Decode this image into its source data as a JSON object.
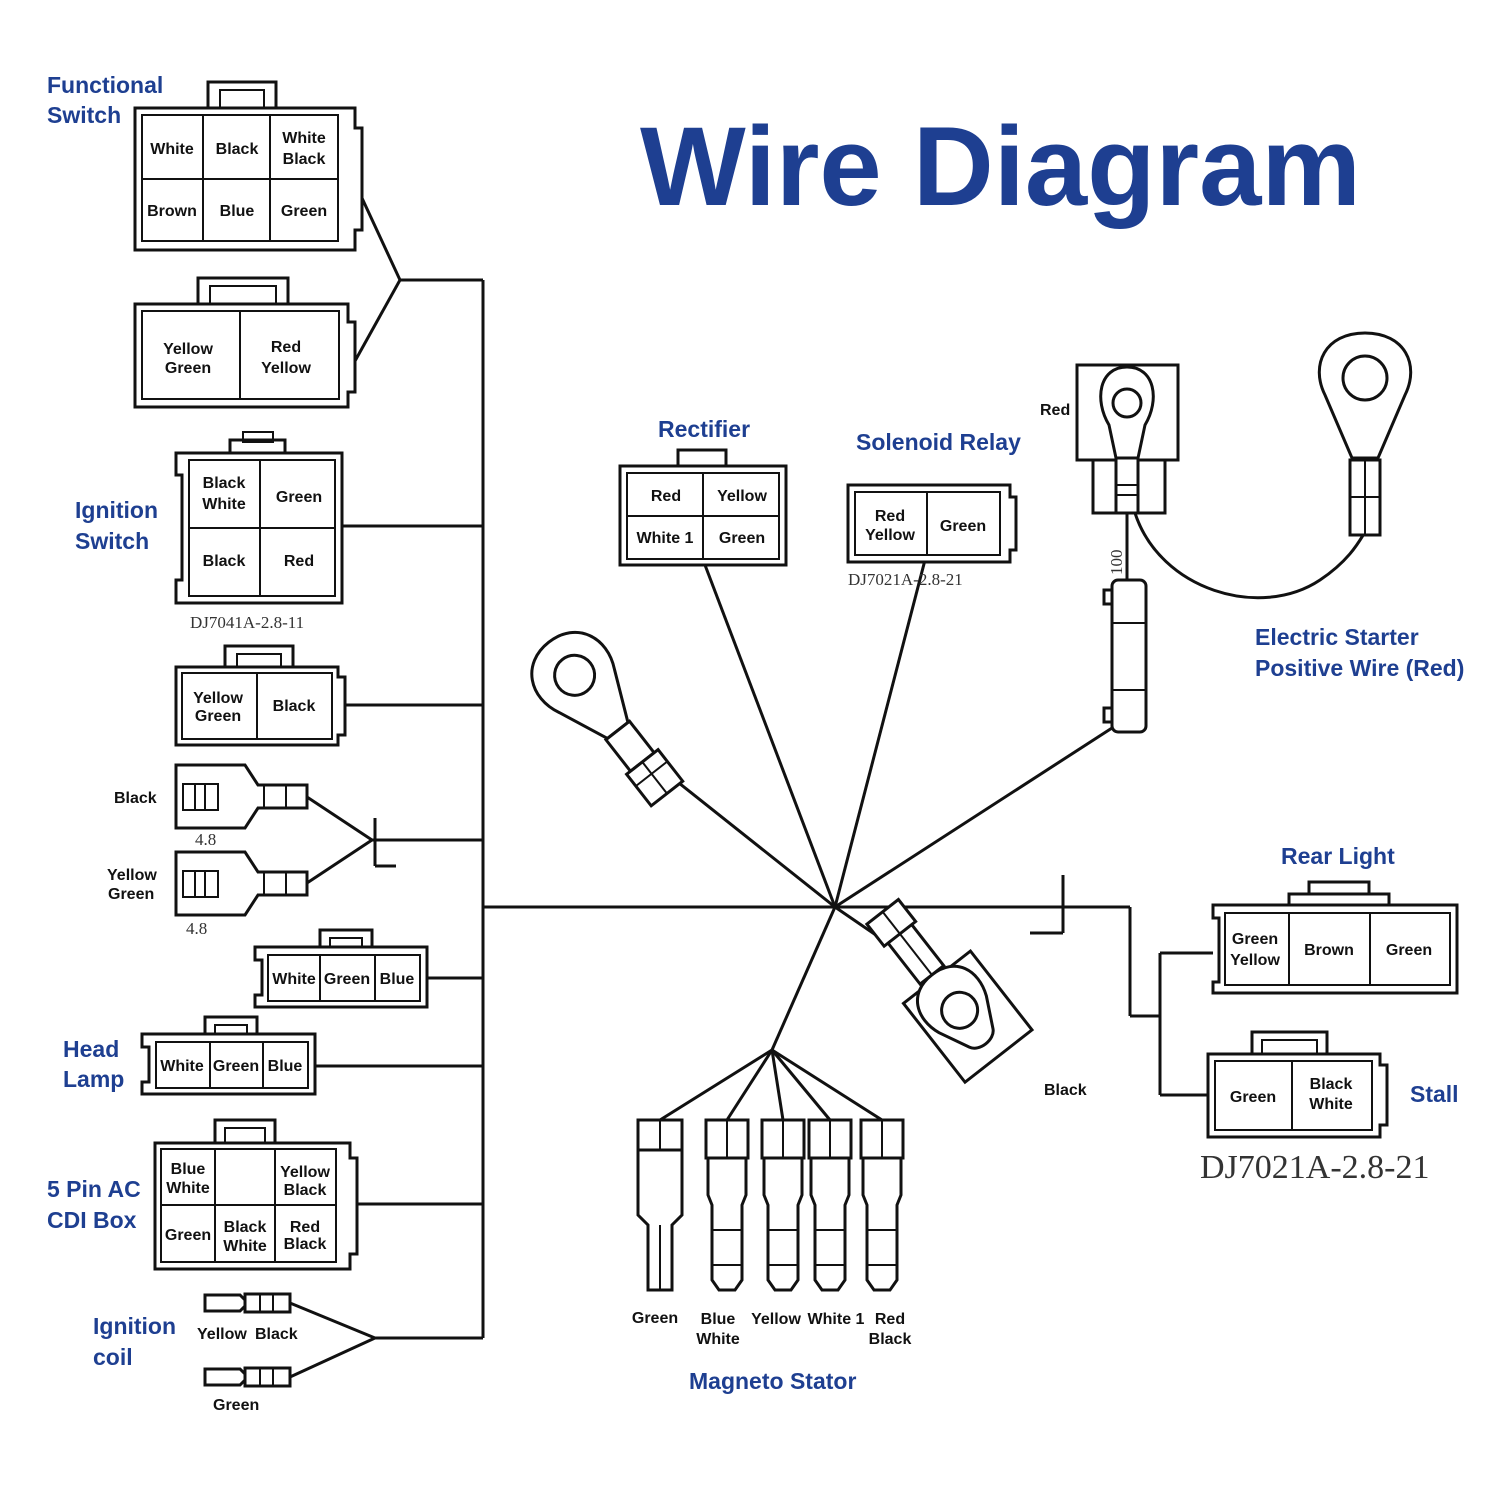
{
  "title": "Wire Diagram",
  "colors": {
    "label": "#1e3f91",
    "line": "#111111",
    "background": "#ffffff"
  },
  "labels": {
    "functional_switch": [
      "Functional",
      "Switch"
    ],
    "ignition_switch": [
      "Ignition",
      "Switch"
    ],
    "head_lamp": [
      "Head",
      "Lamp"
    ],
    "cdi_box": [
      "5 Pin AC",
      "CDI Box"
    ],
    "ignition_coil": [
      "Ignition",
      "coil"
    ],
    "rectifier": "Rectifier",
    "solenoid_relay": "Solenoid Relay",
    "electric_starter": [
      "Electric Starter",
      "Positive Wire (Red)"
    ],
    "rear_light": "Rear Light",
    "stall": "Stall",
    "magneto_stator": "Magneto Stator"
  },
  "connectors": {
    "functional_switch": {
      "top": [
        "White",
        "Black",
        [
          "White",
          "Black"
        ]
      ],
      "bottom": [
        "Brown",
        "Blue",
        "Green"
      ]
    },
    "yellow_green_red_yellow": [
      [
        "Yellow",
        "Green"
      ],
      [
        "Red",
        "Yellow"
      ]
    ],
    "ignition_switch": {
      "top": [
        [
          "Black",
          "White"
        ],
        "Green"
      ],
      "bottom": [
        "Black",
        "Red"
      ],
      "code": "DJ7041A-2.8-11"
    },
    "yellow_green_black": [
      [
        "Yellow",
        "Green"
      ],
      "Black"
    ],
    "bullets": {
      "top": "Black",
      "bottom": [
        "Yellow",
        "Green"
      ],
      "size": "4.8"
    },
    "white_green_blue_1": [
      "White",
      "Green",
      "Blue"
    ],
    "head_lamp": [
      "White",
      "Green",
      "Blue"
    ],
    "cdi_box": {
      "top": [
        [
          "Blue",
          "White"
        ],
        "",
        [
          "Yellow",
          "Black"
        ]
      ],
      "bottom": [
        "Green",
        [
          "Black",
          "White"
        ],
        [
          "Red",
          "Black"
        ]
      ]
    },
    "ignition_coil": {
      "top": [
        "Yellow",
        "Black"
      ],
      "bottom": "Green"
    },
    "rectifier": {
      "top": [
        "Red",
        "Yellow"
      ],
      "bottom": [
        "White 1",
        "Green"
      ]
    },
    "solenoid_relay": {
      "pins": [
        [
          "Red",
          "Yellow"
        ],
        "Green"
      ],
      "code": "DJ7021A-2.8-21"
    },
    "starter": {
      "red": "Red",
      "fuse": "100"
    },
    "ground": "Black",
    "rear_light": [
      [
        "Green",
        "Yellow"
      ],
      "Brown",
      "Green"
    ],
    "stall": {
      "pins": [
        "Green",
        [
          "Black",
          "White"
        ]
      ],
      "code": "DJ7021A-2.8-21"
    },
    "magneto_stator": [
      "Green",
      [
        "Blue",
        "White"
      ],
      "Yellow",
      "White 1",
      [
        "Red",
        "Black"
      ]
    ]
  }
}
